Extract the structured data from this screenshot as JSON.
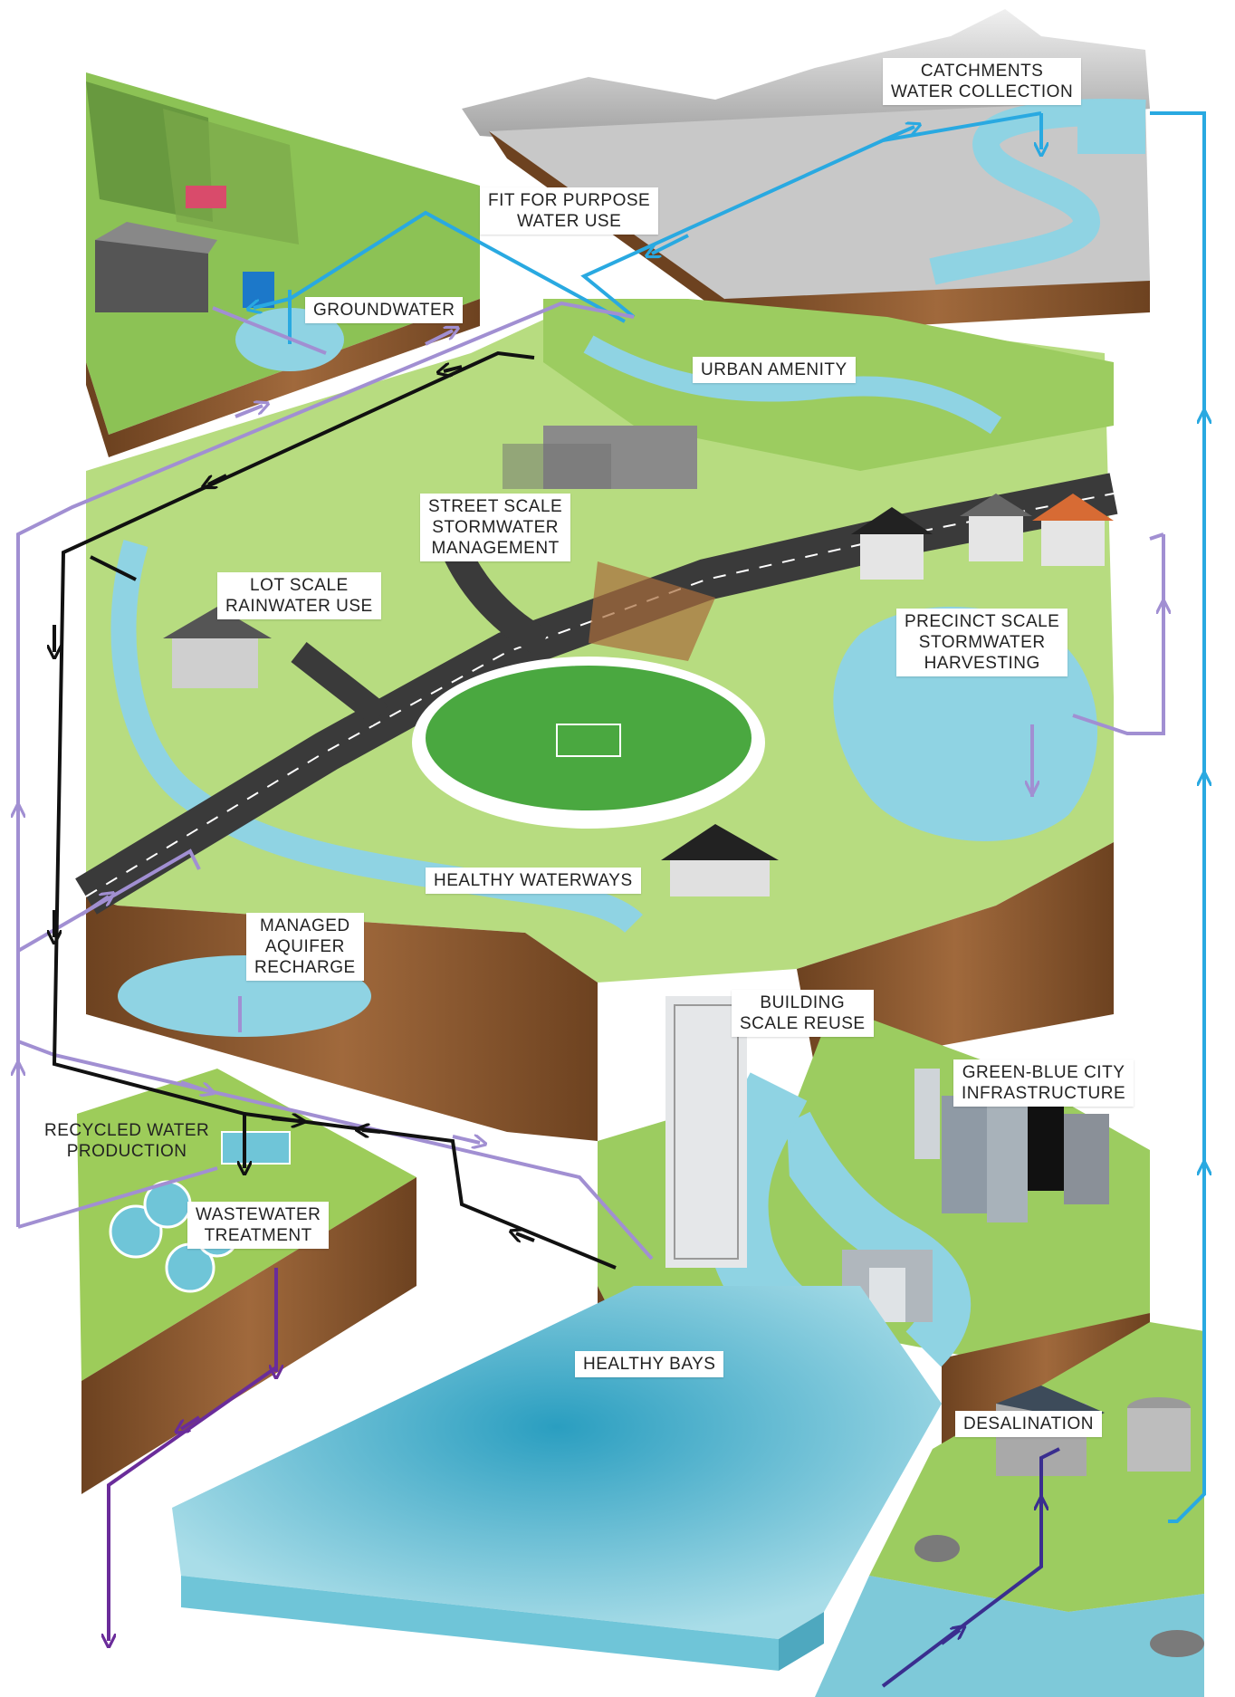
{
  "colors": {
    "fit_for_purpose": "#29a9e1",
    "recycled": "#a18fd2",
    "wastewater": "#111111",
    "outfall": "#6a2c9a",
    "desal_intake": "#3a2e8f",
    "grass": "#9dcc5a",
    "soil": "#8b5a34",
    "water": "#8fd3e3",
    "bay": "#6fc5d8",
    "road": "#3a3a3a"
  },
  "labels": {
    "catchments": [
      "CATCHMENTS",
      "WATER COLLECTION"
    ],
    "fit_for_purpose": [
      "FIT FOR PURPOSE",
      "WATER USE"
    ],
    "groundwater": [
      "GROUNDWATER"
    ],
    "urban_amenity": [
      "URBAN AMENITY"
    ],
    "street_scale": [
      "STREET SCALE",
      "STORMWATER",
      "MANAGEMENT"
    ],
    "lot_scale": [
      "LOT SCALE",
      "RAINWATER USE"
    ],
    "precinct_scale": [
      "PRECINCT SCALE",
      "STORMWATER",
      "HARVESTING"
    ],
    "healthy_waterways": [
      "HEALTHY WATERWAYS"
    ],
    "managed_aquifer": [
      "MANAGED",
      "AQUIFER",
      "RECHARGE"
    ],
    "building_scale": [
      "BUILDING",
      "SCALE REUSE"
    ],
    "green_blue": [
      "GREEN-BLUE CITY",
      "INFRASTRUCTURE"
    ],
    "recycled_water": [
      "RECYCLED WATER",
      "PRODUCTION"
    ],
    "wastewater": [
      "WASTEWATER",
      "TREATMENT"
    ],
    "healthy_bays": [
      "HEALTHY BAYS"
    ],
    "desalination": [
      "DESALINATION"
    ]
  }
}
